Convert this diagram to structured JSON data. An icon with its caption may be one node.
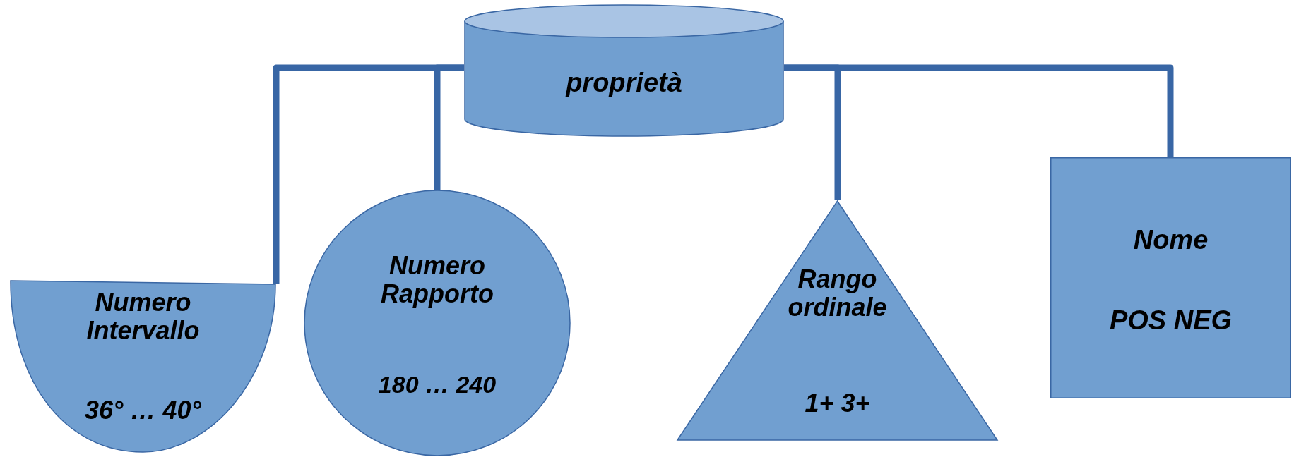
{
  "diagram": {
    "nodes": [
      {
        "text": [
          "proprietà"
        ]
      },
      {
        "text": [
          "Numero Intervallo",
          "36° … 40°"
        ]
      },
      {
        "text": [
          "Numero Rapporto",
          "180 … 240"
        ]
      },
      {
        "text": [
          "Rango ordinale",
          "1+ 3+"
        ]
      },
      {
        "text": [
          "Nome",
          "POS NEG"
        ]
      }
    ],
    "edges": [
      {
        "from": 0,
        "to": 1,
        "arrow": "none"
      },
      {
        "from": 0,
        "to": 2,
        "arrow": "none"
      },
      {
        "from": 0,
        "to": 3,
        "arrow": "none"
      },
      {
        "from": 0,
        "to": 4,
        "arrow": "none"
      }
    ]
  }
}
